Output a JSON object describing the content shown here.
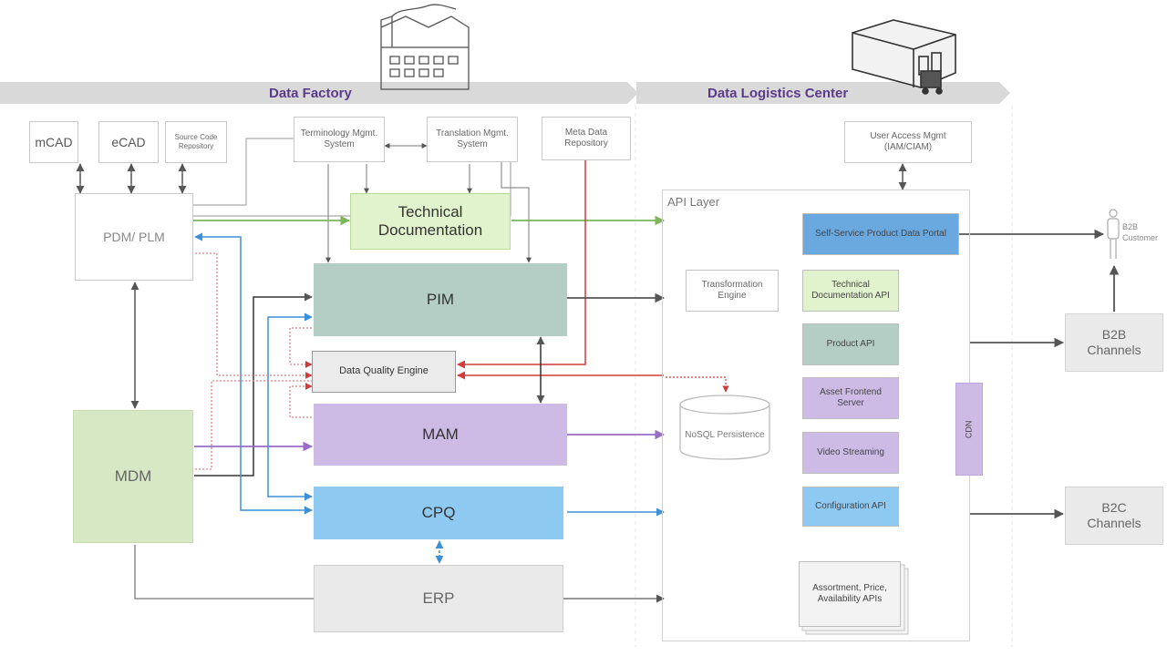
{
  "banners": {
    "data_factory": "Data Factory",
    "data_logistics_center": "Data Logistics Center"
  },
  "sources": {
    "mcad": "mCAD",
    "ecad": "eCAD",
    "source_code": "Source Code Repository",
    "terminology": "Terminology Mgmt. System",
    "translation": "Translation Mgmt. System",
    "meta_data": "Meta Data Repository",
    "user_access": "User Access Mgmt (IAM/CIAM)"
  },
  "factory": {
    "pdm_plm": "PDM/ PLM",
    "technical_documentation": "Technical Documentation",
    "pim": "PIM",
    "data_quality_engine": "Data Quality Engine",
    "mam": "MAM",
    "cpq": "CPQ",
    "erp": "ERP",
    "mdm": "MDM"
  },
  "logistics": {
    "api_layer": "API Layer",
    "transformation_engine": "Transformation Engine",
    "nosql": "NoSQL Persistence",
    "self_service_portal": "Self-Service Product Data Portal",
    "tech_doc_api": "Technical Documentation API",
    "product_api": "Product API",
    "asset_frontend": "Asset Frontend Server",
    "video_streaming": "Video Streaming",
    "configuration_api": "Configuration API",
    "assortment_api": "Assortment, Price, Availability APIs",
    "cdn": "CDN"
  },
  "channels": {
    "b2b_customer": "B2B Customer",
    "b2b_channels": "B2B Channels",
    "b2c_channels": "B2C Channels"
  },
  "colors": {
    "green": "#e1f3cc",
    "teal": "#b4cdc5",
    "purple": "#cdbbe6",
    "blue": "#8ec9f2",
    "portal_blue": "#6aa9df",
    "grey": "#eaeaea",
    "mdm_green": "#d7e8c4",
    "banner": "#d9d9d9"
  }
}
